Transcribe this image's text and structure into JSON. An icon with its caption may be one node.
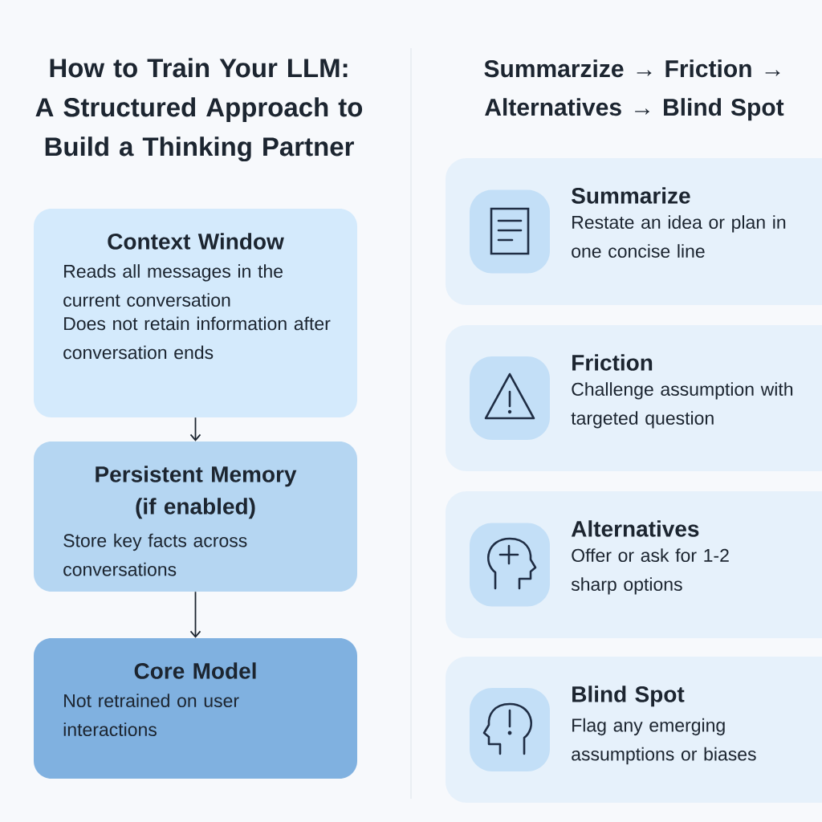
{
  "diagram": {
    "title": "How to Train Your LLM: A Structured Approach to Build a Thinking Partner",
    "nodes": [
      {
        "text": [
          "Context Window",
          "Reads all messages in the current conversation",
          "Does not retain information after conversation ends"
        ]
      },
      {
        "text": [
          "Persistent Memory (if enabled)",
          "Store key facts across conversations"
        ]
      },
      {
        "text": [
          "Core Model",
          "Not retrained on user interactions"
        ]
      },
      {
        "text": [
          "Summarize",
          "Restate an idea or plan in one concise line"
        ]
      },
      {
        "text": [
          "Friction",
          "Challenge assumption with targeted question"
        ]
      },
      {
        "text": [
          "Alternatives",
          "Offer or ask for 1-2 sharp options"
        ]
      },
      {
        "text": [
          "Blind Spot",
          "Flag any emerging assumptions or biases"
        ]
      }
    ],
    "edges": [
      {
        "from": 0,
        "to": 1,
        "arrow": "to"
      },
      {
        "from": 1,
        "to": 2,
        "arrow": "to"
      }
    ],
    "labels": [
      "Summarzize → Friction → Alternatives → Blind Spot"
    ]
  }
}
